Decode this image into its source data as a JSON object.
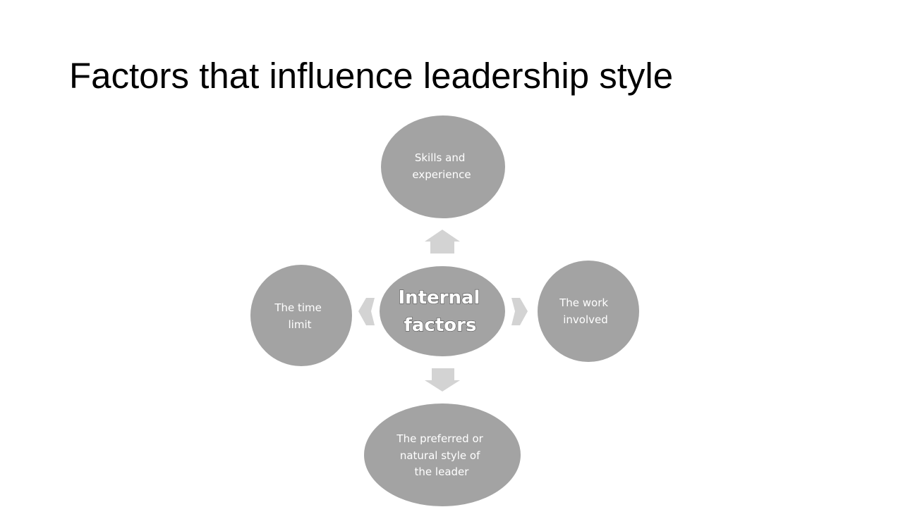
{
  "slide": {
    "title": "Factors that influence leadership style"
  },
  "diagram": {
    "center": {
      "line1": "Internal",
      "line2": "factors"
    },
    "nodes": {
      "top": {
        "lines": [
          "Skills and",
          "experience"
        ]
      },
      "right": {
        "lines": [
          "The work",
          "involved"
        ]
      },
      "bottom": {
        "lines": [
          "The preferred  or",
          "natural style of",
          "the leader"
        ]
      },
      "left": {
        "lines": [
          "The time",
          "limit"
        ]
      }
    },
    "colors": {
      "node_fill": "#a3a3a3",
      "arrow_fill": "#d3d3d3",
      "label_text": "#ffffff"
    }
  }
}
